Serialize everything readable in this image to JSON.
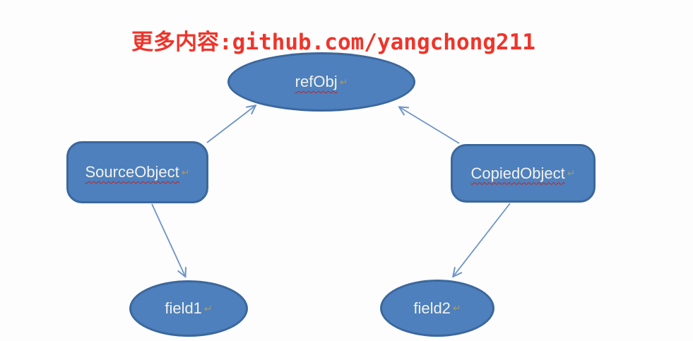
{
  "header": {
    "text": "更多内容:github.com/yangchong211",
    "color": "#ee352b"
  },
  "diagram": {
    "type": "object-reference-diagram",
    "nodes": [
      {
        "id": "refObj",
        "label": "refObj",
        "shape": "ellipse",
        "spellcheck_underline": true
      },
      {
        "id": "SourceObject",
        "label": "SourceObject",
        "shape": "rounded-rect",
        "spellcheck_underline": true
      },
      {
        "id": "CopiedObject",
        "label": "CopiedObject",
        "shape": "rounded-rect",
        "spellcheck_underline": true
      },
      {
        "id": "field1",
        "label": "field1",
        "shape": "ellipse",
        "spellcheck_underline": false
      },
      {
        "id": "field2",
        "label": "field2",
        "shape": "ellipse",
        "spellcheck_underline": false
      }
    ],
    "edges": [
      {
        "from": "SourceObject",
        "to": "refObj",
        "arrowhead": "open"
      },
      {
        "from": "CopiedObject",
        "to": "refObj",
        "arrowhead": "open"
      },
      {
        "from": "SourceObject",
        "to": "field1",
        "arrowhead": "open"
      },
      {
        "from": "CopiedObject",
        "to": "field2",
        "arrowhead": "open"
      }
    ],
    "return_mark": "↵",
    "colors": {
      "node_fill": "#4d80bc",
      "node_border": "#3b679c",
      "arrow": "#6e94c9",
      "label_text": "#f3f1ec",
      "squiggle": "#c32222",
      "return_mark": "#b59e66",
      "header_text": "#ee352b",
      "background": "#fdfdfd"
    }
  }
}
